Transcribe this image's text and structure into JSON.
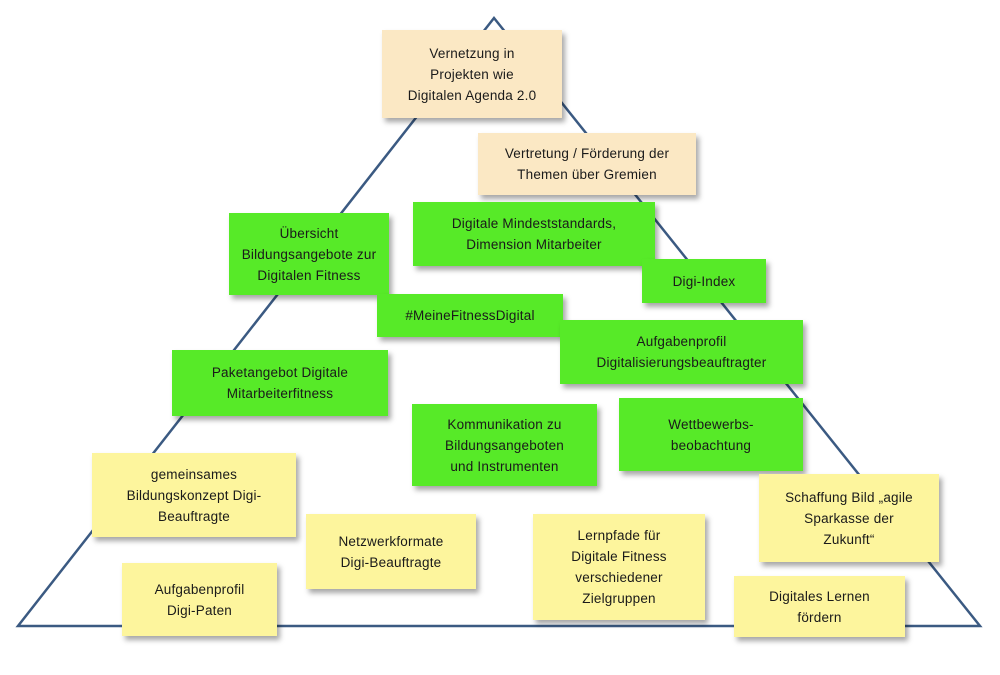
{
  "colors": {
    "pyramid_outline": "#3b5a82",
    "beige": "#fbe8c4",
    "green": "#57ea28",
    "yellow": "#fdf59d"
  },
  "boxes": {
    "vernetzung": "Vernetzung in\nProjekten wie\nDigitalen Agenda 2.0",
    "vertretung": "Vertretung / Förderung der\nThemen über Gremien",
    "uebersicht": "Übersicht\nBildungsangebote zur\nDigitalen Fitness",
    "mindeststandards": "Digitale Mindeststandards,\nDimension Mitarbeiter",
    "digi_index": "Digi-Index",
    "meine_fitness": "#MeineFitnessDigital",
    "aufgabenprofil_beauftragter": "Aufgabenprofil\nDigitalisierungsbeauftragter",
    "paketangebot": "Paketangebot Digitale\nMitarbeiterfitness",
    "kommunikation": "Kommunikation zu\nBildungsangeboten\nund Instrumenten",
    "wettbewerb": "Wettbewerbs-\nbeobachtung",
    "bildungskonzept": "gemeinsames\nBildungskonzept Digi-\nBeauftragte",
    "netzwerkformate": "Netzwerkformate\nDigi-Beauftragte",
    "lernpfade": "Lernpfade für\nDigitale Fitness\nverschiedener\nZielgruppen",
    "schaffung_bild": "Schaffung Bild „agile\nSparkasse der\nZukunft“",
    "aufgabenprofil_paten": "Aufgabenprofil\nDigi-Paten",
    "digitales_lernen": "Digitales Lernen\nfördern"
  }
}
